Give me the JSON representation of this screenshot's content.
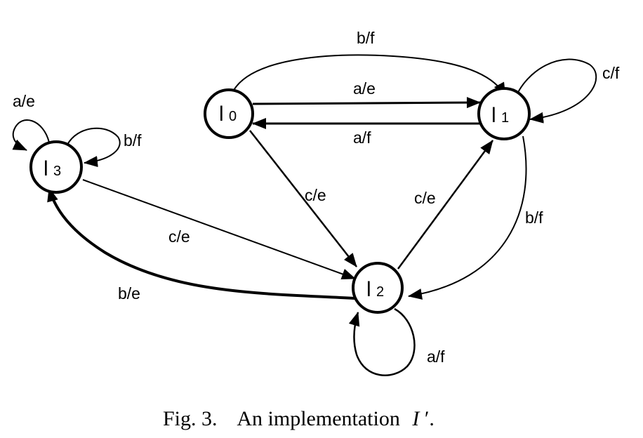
{
  "nodes": {
    "l0": {
      "label": "l",
      "sub": "0"
    },
    "l1": {
      "label": "l",
      "sub": "1"
    },
    "l2": {
      "label": "l",
      "sub": "2"
    },
    "l3": {
      "label": "l",
      "sub": "3"
    }
  },
  "edges": {
    "l0_l1_bf": "b/f",
    "l0_l1_ae": "a/e",
    "l1_l0_af": "a/f",
    "l1_self_cf": "c/f",
    "l3_self_ae": "a/e",
    "l3_self_bf": "b/f",
    "l0_l2_ce": "c/e",
    "l2_l1_ce": "c/e",
    "l1_l2_bf": "b/f",
    "l3_l2_ce": "c/e",
    "l2_l3_be": "b/e",
    "l2_self_af": "a/f"
  },
  "caption": {
    "fig": "Fig. 3.",
    "text": "An implementation",
    "symbol": "I",
    "prime": "′."
  }
}
